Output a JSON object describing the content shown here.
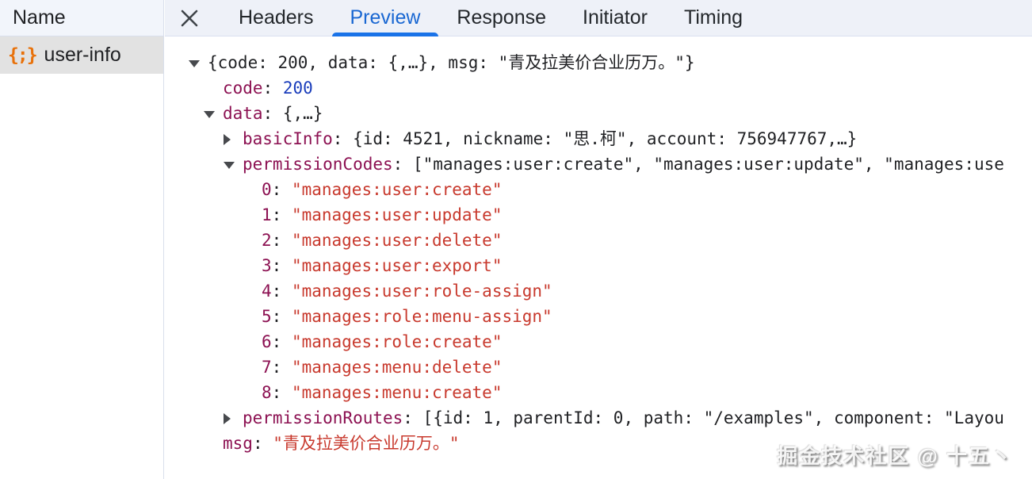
{
  "sidebar": {
    "header": "Name",
    "selected_request": {
      "label": "user-info",
      "icon": "json-braces-icon",
      "icon_glyph": "{;}"
    }
  },
  "tabbar": {
    "close_icon": "x-close",
    "tabs": [
      {
        "label": "Headers",
        "active": false
      },
      {
        "label": "Preview",
        "active": true
      },
      {
        "label": "Response",
        "active": false
      },
      {
        "label": "Initiator",
        "active": false
      },
      {
        "label": "Timing",
        "active": false
      }
    ]
  },
  "colors": {
    "accent_blue": "#1a73e8",
    "active_tab_text": "#1967d2",
    "json_key": "#8c1152",
    "json_string": "#c8392d",
    "json_number": "#1a3dbb",
    "request_icon_orange": "#e8710a",
    "selected_row_bg": "#e2e2e2",
    "toolbar_bg": "#eef1f8"
  },
  "preview_tree": {
    "rows": [
      {
        "level": 0,
        "caret": "down",
        "segments": [
          {
            "text": "{code: 200, data: {,…}, msg: \"青及拉美价合业历万。\"}",
            "type": "plain"
          }
        ]
      },
      {
        "level": 1,
        "caret": null,
        "segments": [
          {
            "text": "code",
            "type": "key"
          },
          {
            "text": ": ",
            "type": "plain"
          },
          {
            "text": "200",
            "type": "number"
          }
        ]
      },
      {
        "level": 1,
        "caret": "down",
        "segments": [
          {
            "text": "data",
            "type": "key"
          },
          {
            "text": ": ",
            "type": "plain"
          },
          {
            "text": "{,…}",
            "type": "plain"
          }
        ]
      },
      {
        "level": 2,
        "caret": "right",
        "segments": [
          {
            "text": "basicInfo",
            "type": "key"
          },
          {
            "text": ": ",
            "type": "plain"
          },
          {
            "text": "{id: 4521, nickname: \"思.柯\", account: 756947767,…}",
            "type": "plain"
          }
        ]
      },
      {
        "level": 2,
        "caret": "down",
        "segments": [
          {
            "text": "permissionCodes",
            "type": "key"
          },
          {
            "text": ": ",
            "type": "plain"
          },
          {
            "text": "[\"manages:user:create\", \"manages:user:update\", \"manages:use",
            "type": "plain"
          }
        ]
      },
      {
        "level": 3,
        "caret": null,
        "segments": [
          {
            "text": "0",
            "type": "key"
          },
          {
            "text": ": ",
            "type": "plain"
          },
          {
            "text": "\"manages:user:create\"",
            "type": "string"
          }
        ]
      },
      {
        "level": 3,
        "caret": null,
        "segments": [
          {
            "text": "1",
            "type": "key"
          },
          {
            "text": ": ",
            "type": "plain"
          },
          {
            "text": "\"manages:user:update\"",
            "type": "string"
          }
        ]
      },
      {
        "level": 3,
        "caret": null,
        "segments": [
          {
            "text": "2",
            "type": "key"
          },
          {
            "text": ": ",
            "type": "plain"
          },
          {
            "text": "\"manages:user:delete\"",
            "type": "string"
          }
        ]
      },
      {
        "level": 3,
        "caret": null,
        "segments": [
          {
            "text": "3",
            "type": "key"
          },
          {
            "text": ": ",
            "type": "plain"
          },
          {
            "text": "\"manages:user:export\"",
            "type": "string"
          }
        ]
      },
      {
        "level": 3,
        "caret": null,
        "segments": [
          {
            "text": "4",
            "type": "key"
          },
          {
            "text": ": ",
            "type": "plain"
          },
          {
            "text": "\"manages:user:role-assign\"",
            "type": "string"
          }
        ]
      },
      {
        "level": 3,
        "caret": null,
        "segments": [
          {
            "text": "5",
            "type": "key"
          },
          {
            "text": ": ",
            "type": "plain"
          },
          {
            "text": "\"manages:role:menu-assign\"",
            "type": "string"
          }
        ]
      },
      {
        "level": 3,
        "caret": null,
        "segments": [
          {
            "text": "6",
            "type": "key"
          },
          {
            "text": ": ",
            "type": "plain"
          },
          {
            "text": "\"manages:role:create\"",
            "type": "string"
          }
        ]
      },
      {
        "level": 3,
        "caret": null,
        "segments": [
          {
            "text": "7",
            "type": "key"
          },
          {
            "text": ": ",
            "type": "plain"
          },
          {
            "text": "\"manages:menu:delete\"",
            "type": "string"
          }
        ]
      },
      {
        "level": 3,
        "caret": null,
        "segments": [
          {
            "text": "8",
            "type": "key"
          },
          {
            "text": ": ",
            "type": "plain"
          },
          {
            "text": "\"manages:menu:create\"",
            "type": "string"
          }
        ]
      },
      {
        "level": 2,
        "caret": "right",
        "segments": [
          {
            "text": "permissionRoutes",
            "type": "key"
          },
          {
            "text": ": ",
            "type": "plain"
          },
          {
            "text": "[{id: 1, parentId: 0, path: \"/examples\", component: \"Layou",
            "type": "plain"
          }
        ]
      },
      {
        "level": 1,
        "caret": null,
        "segments": [
          {
            "text": "msg",
            "type": "key"
          },
          {
            "text": ": ",
            "type": "plain"
          },
          {
            "text": "\"青及拉美价合业历万。\"",
            "type": "string"
          }
        ]
      }
    ]
  },
  "watermark": {
    "text": "掘金技术社区 @ 十五丶"
  }
}
